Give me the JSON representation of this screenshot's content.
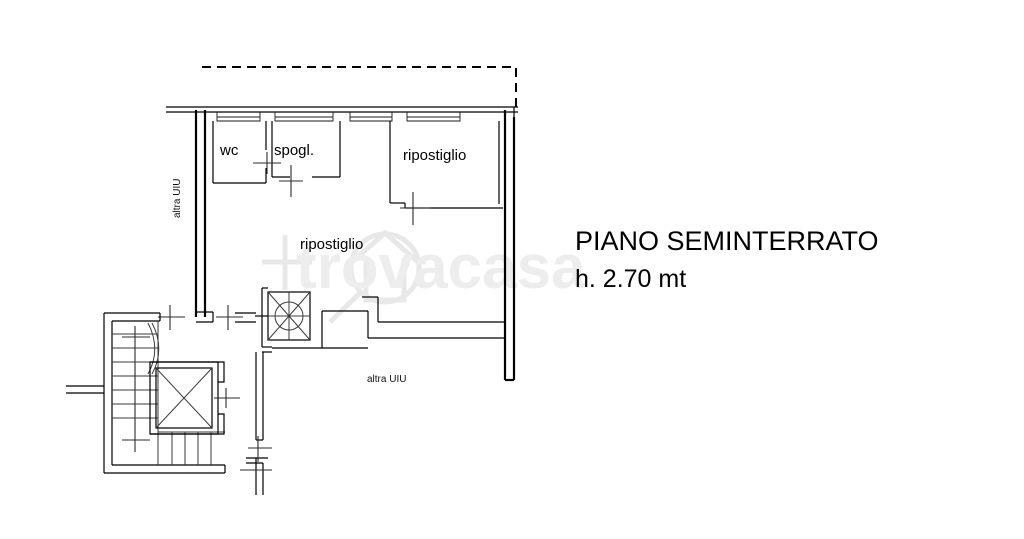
{
  "document": {
    "kind": "architectural-floor-plan",
    "background_color": "#ffffff",
    "line_color": "#000000"
  },
  "title_block": {
    "title": "PIANO SEMINTERRATO",
    "subtitle": "h. 2.70 mt"
  },
  "rooms": [
    {
      "id": "wc",
      "label": "wc"
    },
    {
      "id": "spogl",
      "label": "spogl."
    },
    {
      "id": "ripostiglio-ne",
      "label": "ripostiglio"
    },
    {
      "id": "ripostiglio-main",
      "label": "ripostiglio"
    }
  ],
  "annotations": [
    {
      "id": "altra-uiu-left",
      "label": "altra UIU",
      "orientation": "vertical"
    },
    {
      "id": "altra-uiu-bottom",
      "label": "altra UIU",
      "orientation": "horizontal"
    }
  ],
  "watermark": {
    "text": "trovacasa",
    "color": "#ededed"
  },
  "features": {
    "windows_top_wall": 4,
    "elevator_shaft": "elevator-shaft",
    "ventilation_shaft": "ventilation-shaft",
    "stairs": "stairwell",
    "dashed_overhang": "projection-outline"
  }
}
